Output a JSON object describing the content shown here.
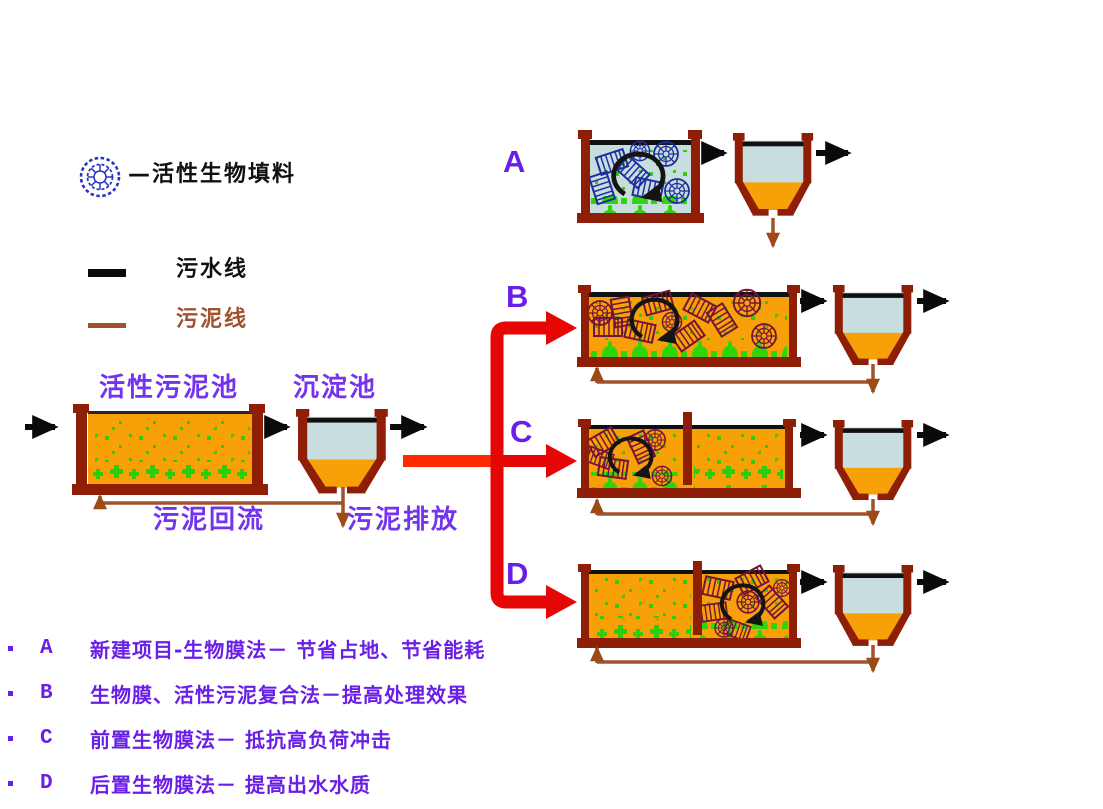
{
  "legend": {
    "filler_label": "—活性生物填料",
    "sewage_line_label": "污水线",
    "sludge_line_label": "污泥线"
  },
  "left_system": {
    "aeration_tank_label": "活性污泥池",
    "settler_label": "沉淀池",
    "sludge_return_label": "污泥回流",
    "sludge_discharge_label": "污泥排放"
  },
  "processes": [
    {
      "letter": "A"
    },
    {
      "letter": "B"
    },
    {
      "letter": "C"
    },
    {
      "letter": "D"
    }
  ],
  "notes": [
    {
      "letter": "A",
      "text": "新建项目-生物膜法－ 节省占地、节省能耗"
    },
    {
      "letter": "B",
      "text": "生物膜、活性污泥复合法－提高处理效果"
    },
    {
      "letter": "C",
      "text": "前置生物膜法－ 抵抗高负荷冲击"
    },
    {
      "letter": "D",
      "text": "后置生物膜法－ 提高出水水质"
    }
  ],
  "colors": {
    "wall_maroon": "#8E1E06",
    "mixed_liquor_orange": "#F7A008",
    "clarified_water_blue": "#C8DEDE",
    "aeration_green": "#2ECC11",
    "carrier_navy_tankA": "#1F2E9E",
    "carrier_dark_tanksBCD": "#74143A",
    "sludge_line_brown": "#A0522D",
    "water_line_black": "#0A0A0A",
    "distribution_red": "#E60606",
    "feeder_red_orange": "#FF2A00",
    "label_purple": "#6A1FE8"
  }
}
